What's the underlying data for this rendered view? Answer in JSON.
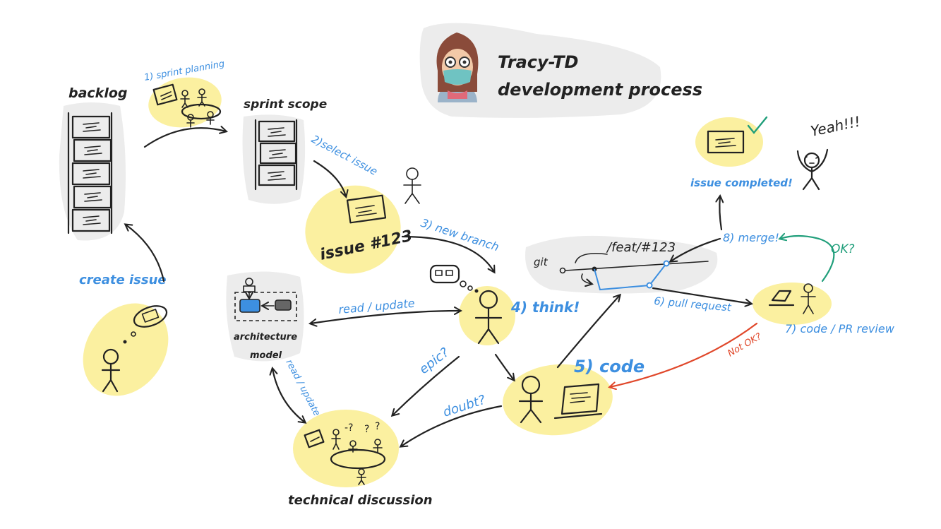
{
  "title": {
    "line1": "Tracy-TD",
    "line2": "development process"
  },
  "labels": {
    "backlog": "backlog",
    "sprint_planning": "1) sprint planning",
    "sprint_scope": "sprint scope",
    "select_issue": "2)select issue",
    "issue_123": "issue #123",
    "new_branch": "3) new branch",
    "think": "4) think!",
    "code": "5) code",
    "pull_request": "6) pull request",
    "code_pr_review": "7) code / PR review",
    "merge": "8) merge!",
    "ok": "OK?",
    "not_ok": "Not OK?",
    "issue_completed": "issue completed!",
    "yeah": "Yeah!!!",
    "create_issue": "create issue",
    "read_update_1": "read / update",
    "read_update_2": "read / update",
    "architecture_model_1": "architecture",
    "architecture_model_2": "model",
    "epic": "epic?",
    "doubt": "doubt?",
    "technical_discussion": "technical discussion",
    "git": "git",
    "feat_branch": "/feat/#123"
  },
  "colors": {
    "blue_text": "#3d8fe0",
    "dark_text": "#222222",
    "highlight_yellow": "#fbf0a0",
    "gray_blob": "#ececec",
    "teal_arrow": "#1f9e7a",
    "red_arrow": "#e0472a"
  }
}
